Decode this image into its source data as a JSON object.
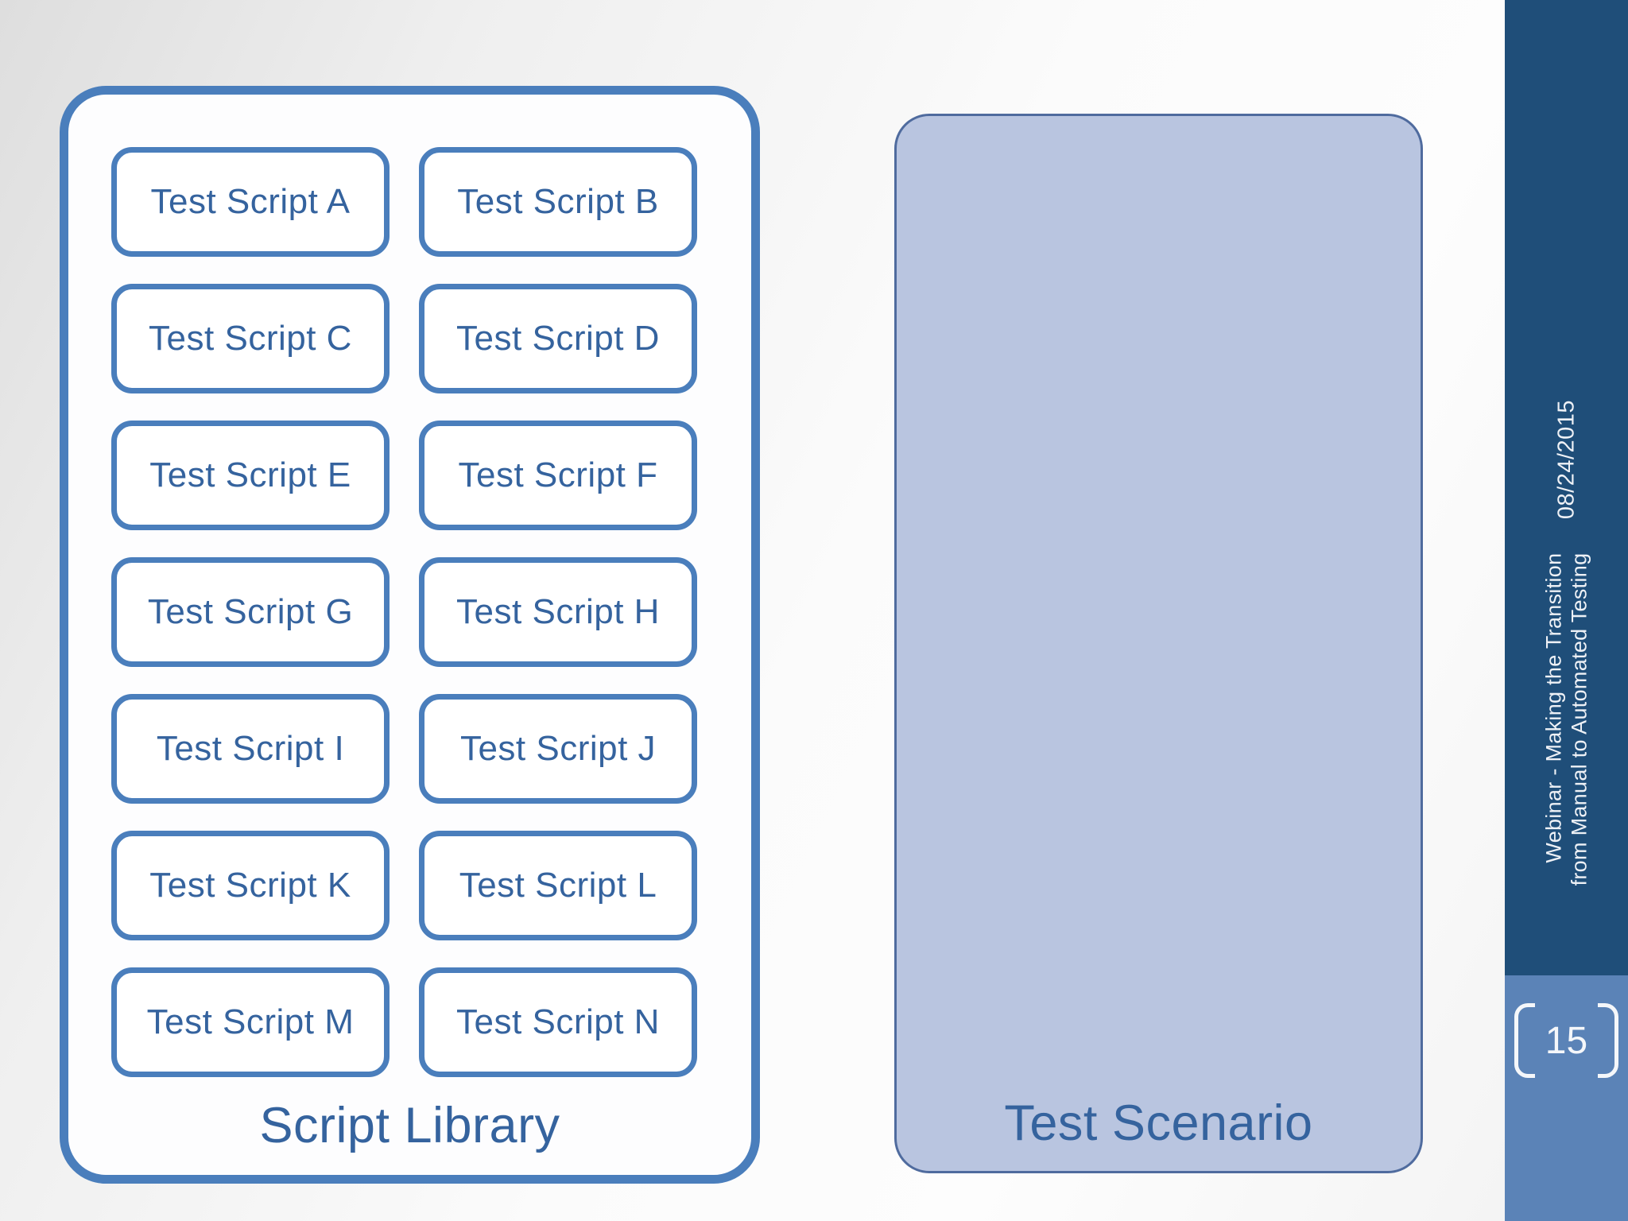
{
  "script_library": {
    "title": "Script Library",
    "scripts": [
      "Test Script A",
      "Test Script B",
      "Test Script C",
      "Test Script D",
      "Test Script E",
      "Test Script F",
      "Test Script G",
      "Test Script H",
      "Test Script I",
      "Test Script J",
      "Test Script K",
      "Test Script L",
      "Test Script M",
      "Test Script N"
    ]
  },
  "test_scenario": {
    "title": "Test Scenario"
  },
  "sidebar": {
    "title_line1": "Webinar - Making the Transition",
    "title_line2": "from Manual to Automated Testing",
    "date": "08/24/2015"
  },
  "page": {
    "number": "15"
  },
  "colors": {
    "accent_border_blue": "#4a7ebc",
    "text_blue": "#35639e",
    "scenario_fill": "#b9c5e0",
    "scenario_border": "#4f6b9e",
    "sidebar_navy": "#1f4e79",
    "page_region_blue": "#5b83b7",
    "sidebar_text": "#eef1f6"
  }
}
